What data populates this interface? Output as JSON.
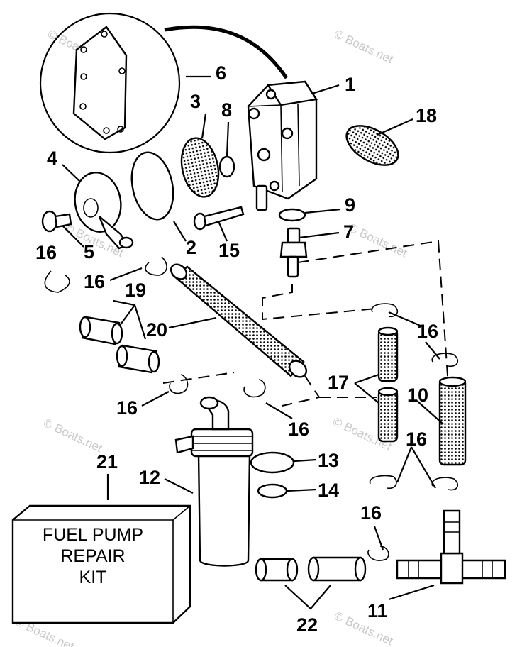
{
  "callouts": {
    "p1": "1",
    "p2": "2",
    "p3": "3",
    "p4": "4",
    "p5": "5",
    "p6": "6",
    "p7": "7",
    "p8": "8",
    "p9": "9",
    "p10": "10",
    "p11": "11",
    "p12": "12",
    "p13": "13",
    "p14": "14",
    "p15": "15",
    "p16a": "16",
    "p16b": "16",
    "p16c": "16",
    "p16d": "16",
    "p16e": "16",
    "p16f": "16",
    "p16g": "16",
    "p17": "17",
    "p18": "18",
    "p19": "19",
    "p20": "20",
    "p21": "21",
    "p22": "22"
  },
  "kit_box": {
    "line1": "FUEL PUMP",
    "line2": "REPAIR",
    "line3": "KIT"
  },
  "watermark": "© Boats.net"
}
